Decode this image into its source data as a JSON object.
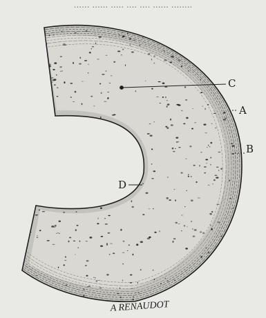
{
  "figure": {
    "colors": {
      "background": "#e9e9e6",
      "tissue_fill": "#d9d8d3",
      "outer_band": "#c3c2bc",
      "ink": "#1e1e1e"
    },
    "labels": {
      "a": "A",
      "b": "B",
      "c": "C",
      "d": "D"
    },
    "signature": "A RENAUDOT",
    "top_caption": "...... ......  ..... .... .... ...... ........"
  }
}
